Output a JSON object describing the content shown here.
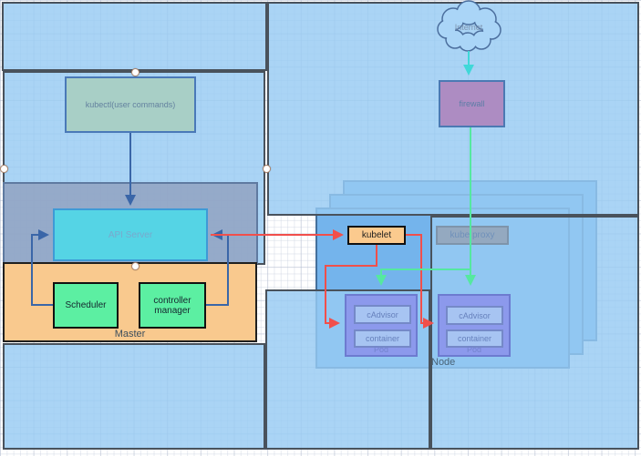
{
  "colors": {
    "red_line": "#f14f4b",
    "green_line": "#55e8a0",
    "teal_line": "#40d8d8",
    "blue_line": "#3a66a8",
    "background_region": "#9ecdf3",
    "node_fill": "#74b4ec",
    "master_fill": "#f9c98e",
    "api_server_fill": "#55d4e5",
    "component_green": "#5cefa2",
    "pod_fill": "#8c99ec",
    "firewall_fill": "#ad8cc2"
  },
  "internet": {
    "label": "Internet"
  },
  "firewall": {
    "label": "firewall"
  },
  "kubectl": {
    "label": "kubectl(user commands)"
  },
  "master": {
    "label": "Master",
    "api_server": "API Server",
    "scheduler": "Scheduler",
    "controller_manager": "controller manager"
  },
  "node": {
    "label": "Node",
    "kubelet": "kubelet",
    "kube_proxy": "kube proxy",
    "pods": [
      {
        "name": "Pod",
        "components": [
          "cAdvisor",
          "container"
        ]
      },
      {
        "name": "Pod",
        "components": [
          "cAdvisor",
          "container"
        ]
      }
    ]
  }
}
